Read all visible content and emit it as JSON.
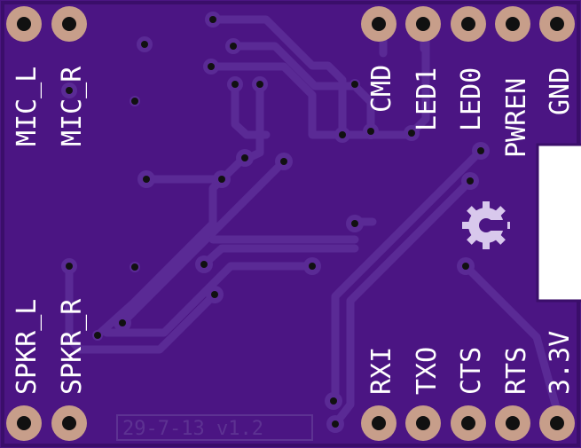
{
  "board": {
    "colors": {
      "substrate": "#4b1583",
      "copper_pour": "#4f1b8a",
      "trace": "#5a2a95",
      "trace_outline": "#3b0c6b",
      "pad_ring": "#c79e8a",
      "drill": "#111111",
      "silkscreen": "#ffffff",
      "logo": "#d8c8ec",
      "faint_silk": "#6a3aa0",
      "cutout": "#ffffff"
    },
    "labels": {
      "mic_l": "MIC_L",
      "mic_r": "MIC_R",
      "spkr_l": "SPKR_L",
      "spkr_r": "SPKR_R",
      "cmd": "CMD",
      "led1": "LED1",
      "led0": "LED0",
      "pwren": "PWREN",
      "gnd": "GND",
      "rxi": "RXI",
      "txo": "TXO",
      "cts": "CTS",
      "rts": "RTS",
      "v33": "3.3V",
      "version": "29-7-13 v1.2"
    },
    "logo_icon": "open-hardware-gear-icon"
  }
}
